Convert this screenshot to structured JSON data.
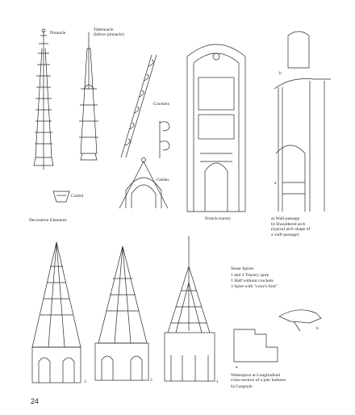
{
  "page": {
    "number": "24"
  },
  "labels": {
    "pinnacle": "Pinnacle",
    "tabernacle": "Tabernacle\n(below pinnacle)",
    "crockets": "Crockets",
    "gables": "Gables",
    "corbel": "Corbel",
    "decorative_elements": "Decorative Elements",
    "french_tracery": "French tracery",
    "wall_legend_a": "a) Wall-passage",
    "wall_legend_b": "b) Shouldered arch\n(typical arch shape of\na wall-passage)",
    "small_b": "b",
    "small_a": "a",
    "stone_spires_title": "Stone Spires",
    "stone_spires_1": "1 and 2 Tracery spire",
    "stone_spires_2": "1 Half without crockets",
    "stone_spires_3": "3 Spire with \"crow's foot\"",
    "spire_num_3": "3",
    "spire_num_2": "2",
    "spire_num_1": "1",
    "waterspout": "Waterspout at Longitudinal\ncross-section of a pier buttress",
    "gargoyle": "b) Gargoyle",
    "wg_a": "a",
    "wg_b": "b"
  },
  "colors": {
    "ink": "#2a2a2a",
    "paper": "#ffffff"
  }
}
